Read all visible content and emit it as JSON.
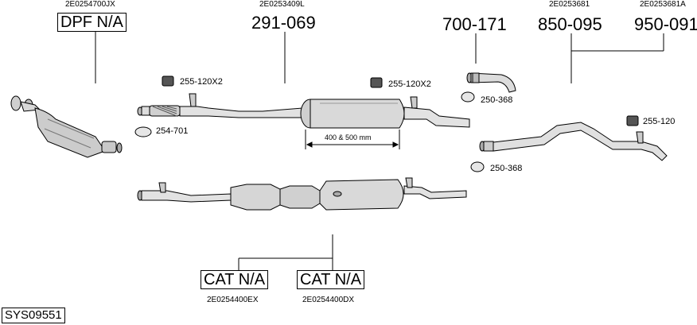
{
  "oem_codes": {
    "dpf": "2E0254700JX",
    "front_pipe": "2E0253409L",
    "tail_pipe_a": "2E0253681",
    "tail_pipe_b": "2E0253681A",
    "cat_a": "2E0254400EX",
    "cat_b": "2E0254400DX"
  },
  "part_numbers": {
    "front_pipe": "291-069",
    "end_pipe": "700-171",
    "tail_pipe_a": "850-095",
    "tail_pipe_b": "950-091"
  },
  "boxed_labels": {
    "dpf": "DPF N/A",
    "cat_a": "CAT N/A",
    "cat_b": "CAT N/A"
  },
  "clamps": {
    "c1": "255-120X2",
    "c2": "255-120X2",
    "c3": "254-701",
    "c4": "250-368",
    "c5": "255-120",
    "c6": "250-368"
  },
  "dimension": "400 & 500 mm",
  "system_id": "SYS09551"
}
